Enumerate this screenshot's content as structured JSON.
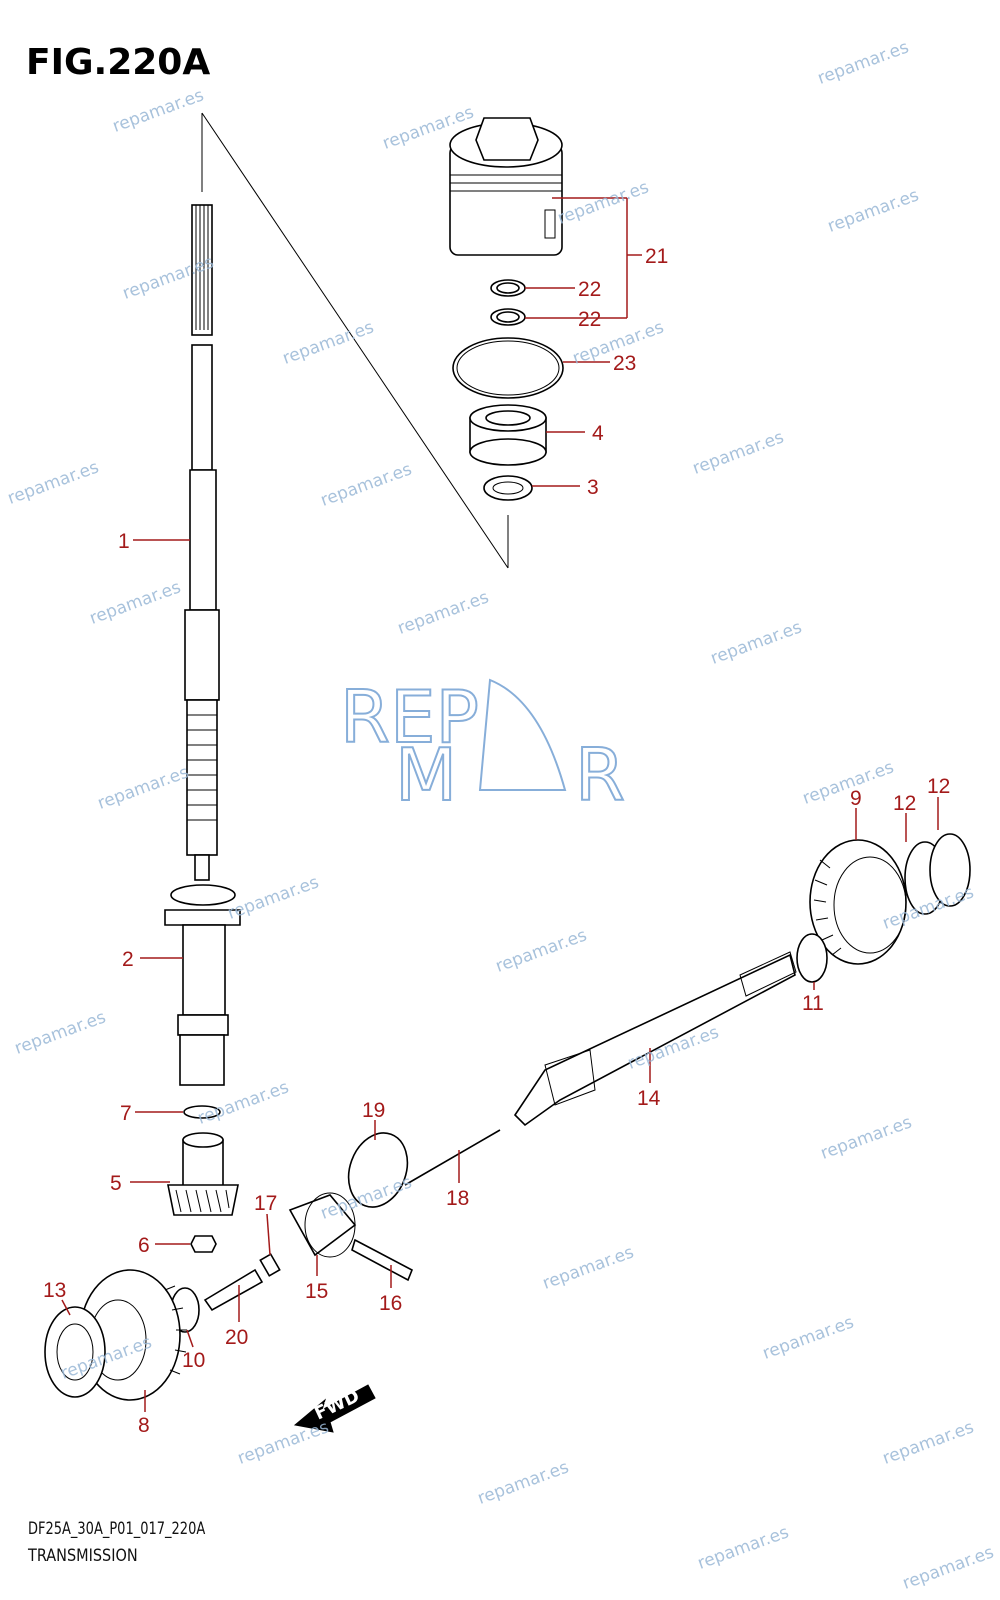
{
  "figure": {
    "title": "FIG.220A",
    "code": "DF25A_30A_P01_017_220A",
    "name": "TRANSMISSION",
    "logo_text": [
      "REP",
      "M",
      "R"
    ],
    "fwd_label": "FWD"
  },
  "watermark_text": "repamar.es",
  "callouts": [
    "1",
    "2",
    "3",
    "4",
    "5",
    "6",
    "7",
    "8",
    "9",
    "10",
    "11",
    "12",
    "12",
    "13",
    "14",
    "15",
    "16",
    "17",
    "18",
    "19",
    "20",
    "21",
    "22",
    "22",
    "23"
  ],
  "colors": {
    "callout": "#a31a1a",
    "watermark": "#9ab8d6",
    "logo": "#6a9ad0"
  }
}
